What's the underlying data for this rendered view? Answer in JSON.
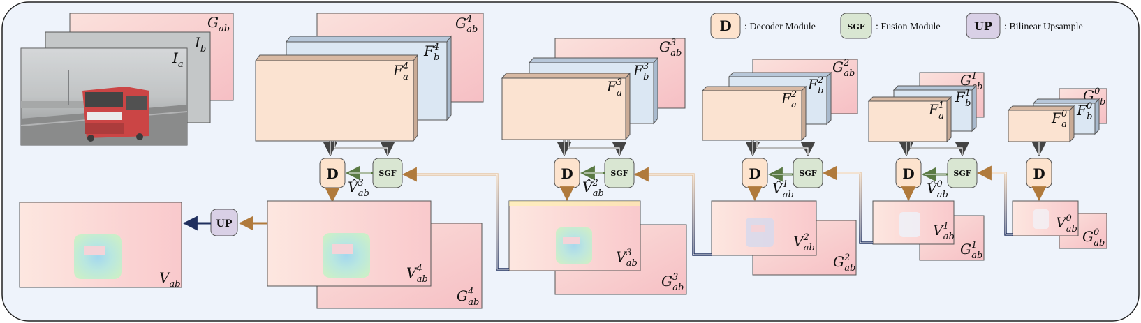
{
  "legend": {
    "decoder": {
      "symbol": "D",
      "text": ": Decoder Module"
    },
    "fusion": {
      "symbol": "SGF",
      "text": ": Fusion Module"
    },
    "upsample": {
      "symbol": "UP",
      "text": ": Bilinear Upsample"
    }
  },
  "modules": {
    "decoder": "D",
    "fusion": "SGF",
    "upsample": "UP"
  },
  "symbols": {
    "G": "G",
    "V": "V",
    "F": "F",
    "I": "I",
    "Vhat": "V̂",
    "ab": "ab",
    "a": "a",
    "b": "b"
  },
  "scales": [
    "4",
    "3",
    "2",
    "1",
    "0"
  ],
  "colors": {
    "background": "#eef3fb",
    "border": "#222222",
    "feature_a": "#fbe3d1",
    "feature_b": "#dbe7f3",
    "pink": "#f8cfd1",
    "decoder_fill": "#fde3cd",
    "fusion_fill": "#d9e6d2",
    "upsample_fill": "#d9d0e6",
    "arrow_green": "#5a7a44",
    "arrow_orange": "#b07a3c",
    "arrow_navy": "#1f2f5e"
  }
}
